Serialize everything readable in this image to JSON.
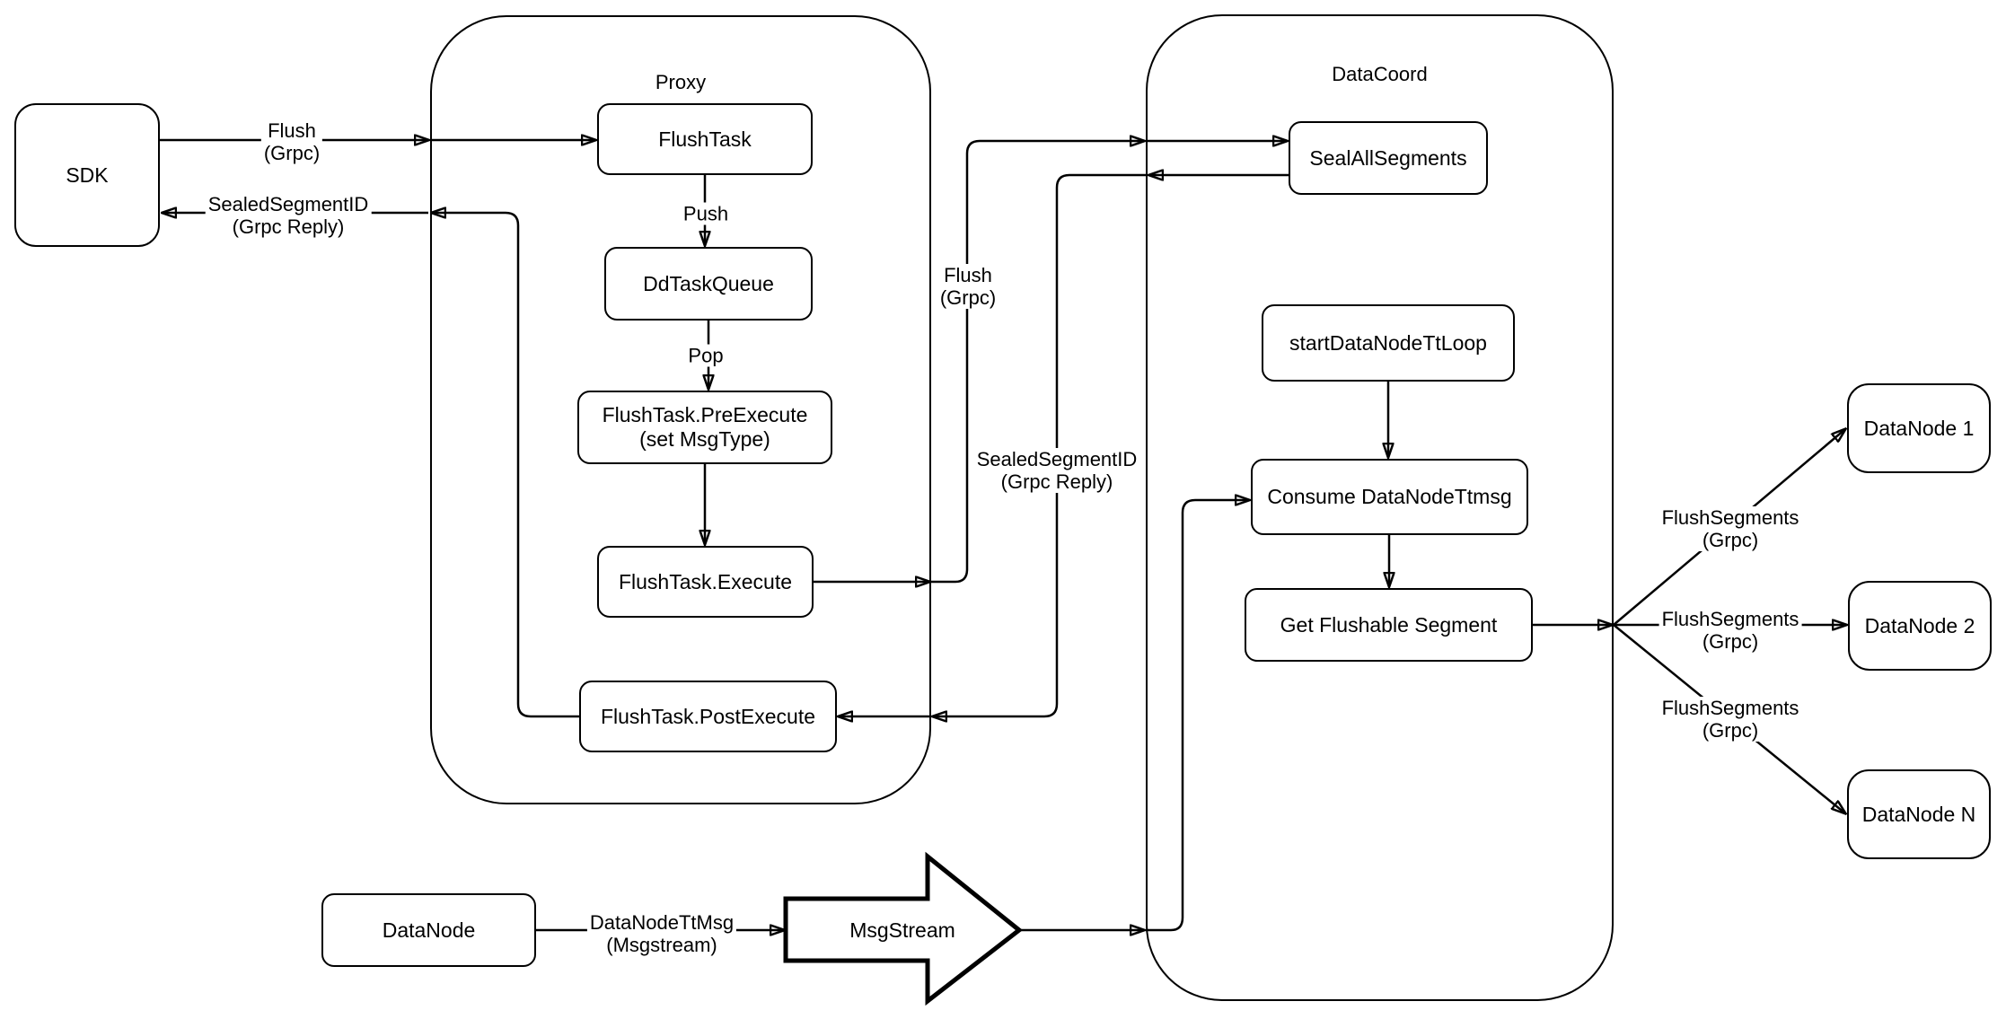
{
  "containers": {
    "proxy": {
      "title": "Proxy"
    },
    "datacoord": {
      "title": "DataCoord"
    }
  },
  "nodes": {
    "sdk": {
      "label": "SDK"
    },
    "flush_task": {
      "label": "FlushTask"
    },
    "dd_task_queue": {
      "label": "DdTaskQueue"
    },
    "pre_execute": {
      "line1": "FlushTask.PreExecute",
      "line2": "(set MsgType)"
    },
    "execute": {
      "label": "FlushTask.Execute"
    },
    "post_execute": {
      "label": "FlushTask.PostExecute"
    },
    "seal_all_segments": {
      "label": "SealAllSegments"
    },
    "start_loop": {
      "label": "startDataNodeTtLoop"
    },
    "consume": {
      "label": "Consume DataNodeTtmsg"
    },
    "get_flushable": {
      "label": "Get Flushable Segment"
    },
    "datanode1": {
      "label": "DataNode 1"
    },
    "datanode2": {
      "label": "DataNode 2"
    },
    "datanoden": {
      "label": "DataNode N"
    },
    "datanode_bottom": {
      "label": "DataNode"
    },
    "msgstream": {
      "label": "MsgStream"
    }
  },
  "edge_labels": {
    "flush_sdk": {
      "line1": "Flush",
      "line2": "(Grpc)"
    },
    "sealed_sdk": {
      "line1": "SealedSegmentID",
      "line2": "(Grpc Reply)"
    },
    "push": {
      "label": "Push"
    },
    "pop": {
      "label": "Pop"
    },
    "flush_mid": {
      "line1": "Flush",
      "line2": "(Grpc)"
    },
    "sealed_mid": {
      "line1": "SealedSegmentID",
      "line2": "(Grpc Reply)"
    },
    "flush_segments_1": {
      "line1": "FlushSegments",
      "line2": "(Grpc)"
    },
    "flush_segments_2": {
      "line1": "FlushSegments",
      "line2": "(Grpc)"
    },
    "flush_segments_3": {
      "line1": "FlushSegments",
      "line2": "(Grpc)"
    },
    "datanode_ttmsg": {
      "line1": "DataNodeTtMsg",
      "line2": "(Msgstream)"
    }
  },
  "colors": {
    "stroke": "#000000",
    "background": "#ffffff"
  }
}
